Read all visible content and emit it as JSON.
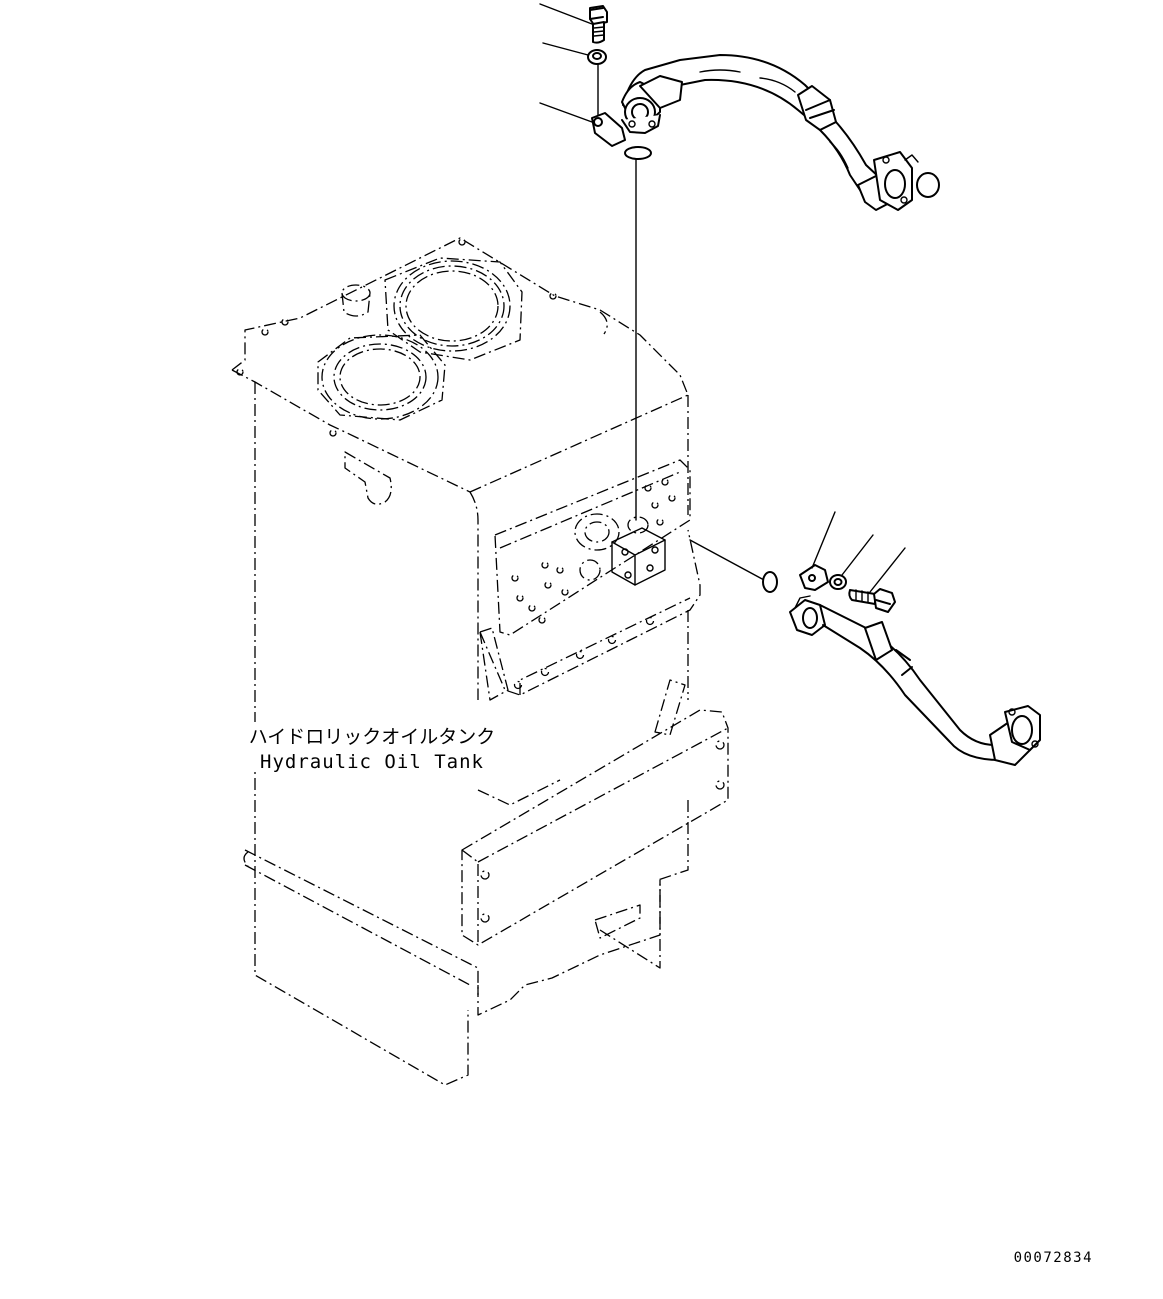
{
  "diagram": {
    "tank_label_jp": "ハイドロリックオイルタンク",
    "tank_label_en": "Hydraulic Oil Tank",
    "drawing_number": "00072834"
  }
}
